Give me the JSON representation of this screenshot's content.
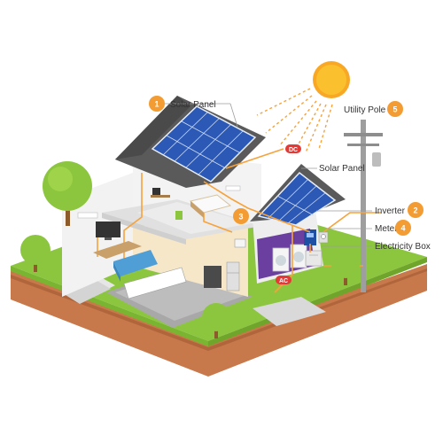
{
  "labels": {
    "solar_panel_1": "Solar Panel",
    "solar_panel_2": "Solar Panel",
    "utility_pole": "Utility Pole",
    "inverter": "Inverter",
    "meter": "Meter",
    "electricity_box": "Electricity Box"
  },
  "badges": {
    "b1": "1",
    "b2": "2",
    "b3": "3",
    "b4": "4",
    "b5": "5"
  },
  "tags": {
    "dc": "DC",
    "ac": "AC"
  },
  "colors": {
    "badge": "#f39c33",
    "tag": "#e53935",
    "wire": "#f7a23b",
    "grass": "#8cc63f",
    "soil": "#c8794b",
    "panel": "#2b59b5",
    "roof": "#5a5a5a",
    "sun": "#f9a825"
  },
  "icons": [
    "sun-icon",
    "solar-panel-icon",
    "utility-pole-icon",
    "inverter-icon",
    "meter-icon",
    "electricity-box-icon",
    "tree-icon",
    "tv-icon",
    "sofa-icon",
    "bed-icon",
    "washing-machine-icon",
    "fridge-icon"
  ]
}
